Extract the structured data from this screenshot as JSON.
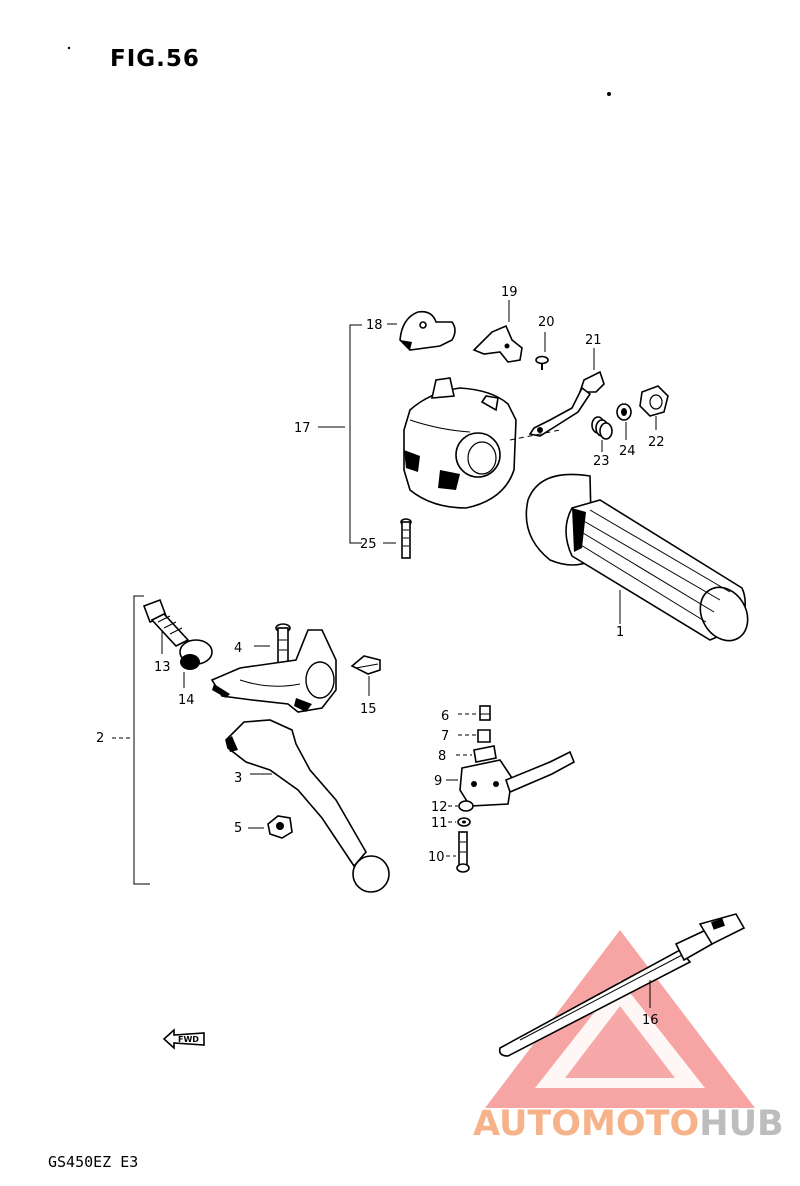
{
  "figure": {
    "title": "FIG.56",
    "model": "GS450EZ E3"
  },
  "direction": {
    "label": "FWD"
  },
  "watermark": {
    "part1": "AUTOMOTO",
    "part2": "HUB",
    "color_primary": "#f05a5a",
    "color_secondary": "#bdbdbd"
  },
  "labels": {
    "l1": "1",
    "l2": "2",
    "l3": "3",
    "l4": "4",
    "l5": "5",
    "l6": "6",
    "l7": "7",
    "l8": "8",
    "l9": "9",
    "l10": "10",
    "l11": "11",
    "l12": "12",
    "l13": "13",
    "l14": "14",
    "l15": "15",
    "l16": "16",
    "l17": "17",
    "l18": "18",
    "l19": "19",
    "l20": "20",
    "l21": "21",
    "l22": "22",
    "l23": "23",
    "l24": "24",
    "l25": "25"
  }
}
